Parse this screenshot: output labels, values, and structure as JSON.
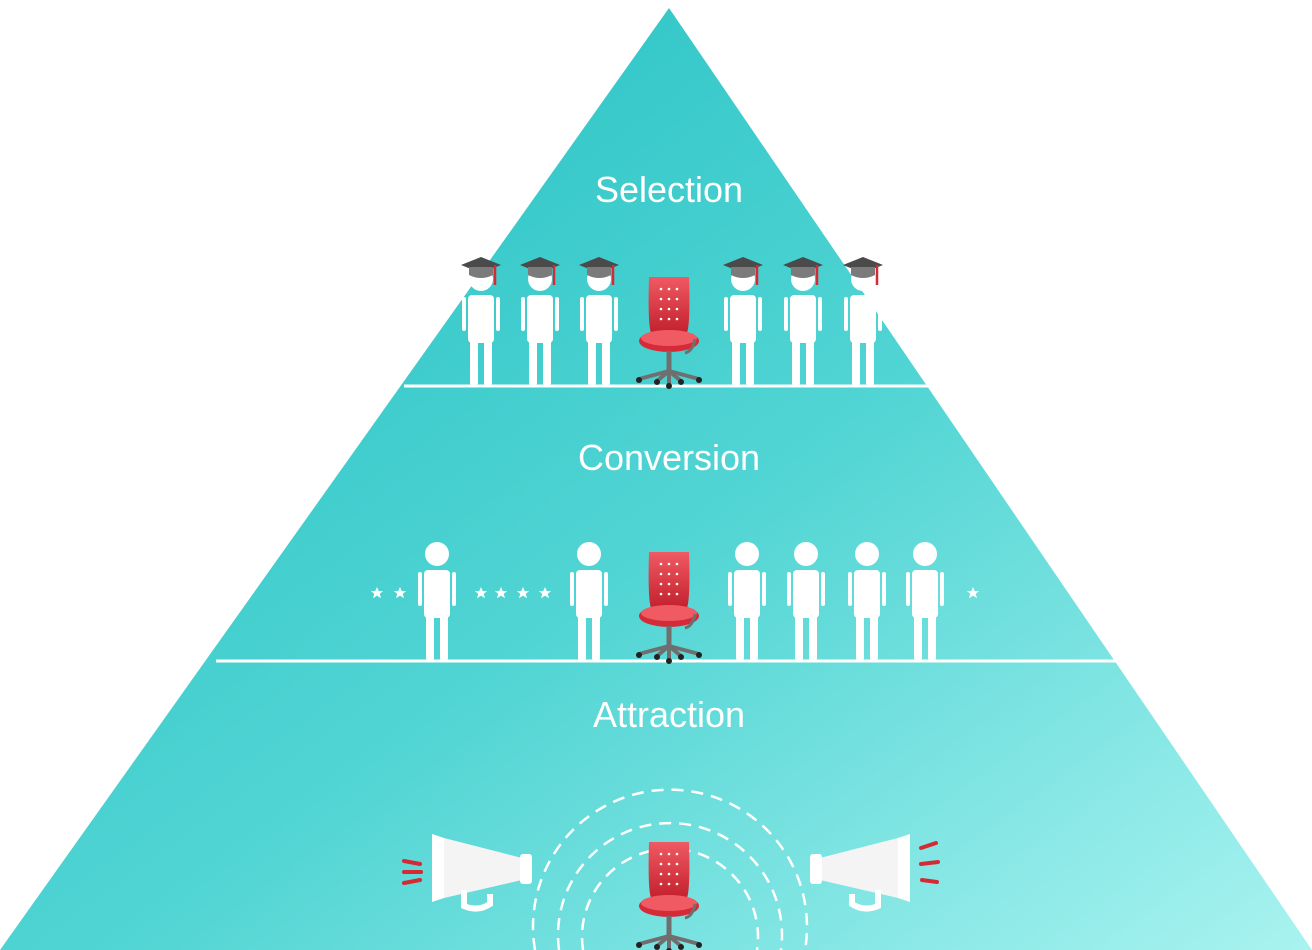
{
  "tiers": [
    {
      "label": "Selection"
    },
    {
      "label": "Conversion"
    },
    {
      "label": "Attraction"
    }
  ],
  "colors": {
    "pyramid_top": "#26c2c4",
    "pyramid_bottom": "#a7f1ef",
    "chair_red": "#e0323f",
    "chair_base": "#6f6f6f",
    "cap": "#4a4a4a",
    "tassel": "#d42a35",
    "figure": "#ffffff"
  },
  "icons": [
    "graduate-figure-icon",
    "person-figure-icon",
    "office-chair-icon",
    "star-icon",
    "megaphone-icon",
    "sound-wave-icon"
  ]
}
